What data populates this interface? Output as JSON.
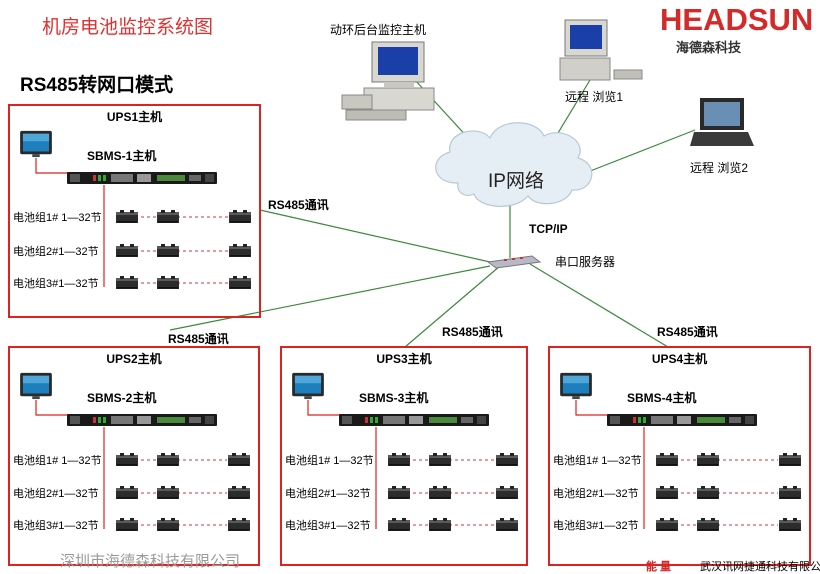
{
  "title": "机房电池监控系统图",
  "mode_title": "RS485转网口模式",
  "brand": {
    "logo_text": "HEADSUN",
    "company_cn": "海德森科技",
    "color": "#d42a2a"
  },
  "network": {
    "monitor_host": "动环后台监控主机",
    "cloud_label": "IP网络",
    "remote1": "远程 浏览1",
    "remote2": "远程 浏览2",
    "tcpip": "TCP/IP",
    "serial_server": "串口服务器"
  },
  "rs485_label": "RS485通讯",
  "ups_units": [
    {
      "title": "UPS1主机",
      "sbms": "SBMS-1主机",
      "groups": [
        "电池组1# 1—32节",
        "电池组2#1—32节",
        "电池组3#1—32节"
      ]
    },
    {
      "title": "UPS2主机",
      "sbms": "SBMS-2主机",
      "groups": [
        "电池组1# 1—32节",
        "电池组2#1—32节",
        "电池组3#1—32节"
      ]
    },
    {
      "title": "UPS3主机",
      "sbms": "SBMS-3主机",
      "groups": [
        "电池组1# 1—32节",
        "电池组2#1—32节",
        "电池组3#1—32节"
      ]
    },
    {
      "title": "UPS4主机",
      "sbms": "SBMS-4主机",
      "groups": [
        "电池组1# 1—32节",
        "电池组2#1—32节",
        "电池组3#1—32节"
      ]
    }
  ],
  "footer": {
    "left": "深圳市海德森科技有限公司",
    "right_prefix": "能 量",
    "right": "武汉讯网捷通科技有限公司"
  },
  "colors": {
    "accent": "#d42a2a",
    "box_border": "#dd2222",
    "dash": "#dd3333",
    "link": "#3c8a3c",
    "title_red": "#e03030"
  }
}
